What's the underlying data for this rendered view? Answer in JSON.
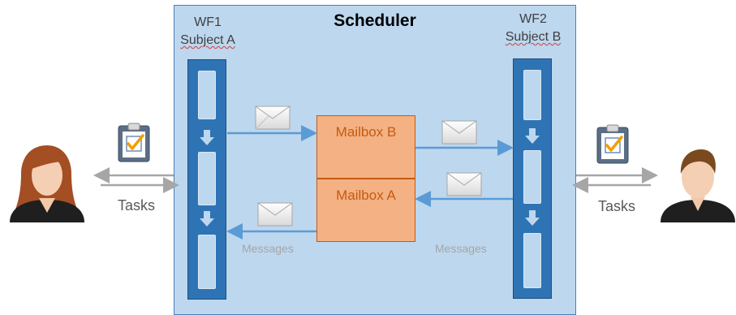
{
  "scheduler": {
    "title": "Scheduler"
  },
  "wf1": {
    "name": "WF1",
    "subject": "Subject A"
  },
  "wf2": {
    "name": "WF2",
    "subject": "Subject B"
  },
  "mailboxes": {
    "top": "Mailbox B",
    "bottom": "Mailbox A"
  },
  "captions": {
    "messages_left": "Messages",
    "messages_right": "Messages"
  },
  "tasks": {
    "left": "Tasks",
    "right": "Tasks"
  },
  "colors": {
    "scheduler_fill": "#bdd7ee",
    "lane_fill": "#2e74b5",
    "mailbox_fill": "#f4b183",
    "mailbox_text": "#c55a11",
    "arrow": "#5b9bd5"
  },
  "icons": [
    "female-user-icon",
    "male-user-icon",
    "task-clipboard-icon",
    "envelope-icon"
  ]
}
